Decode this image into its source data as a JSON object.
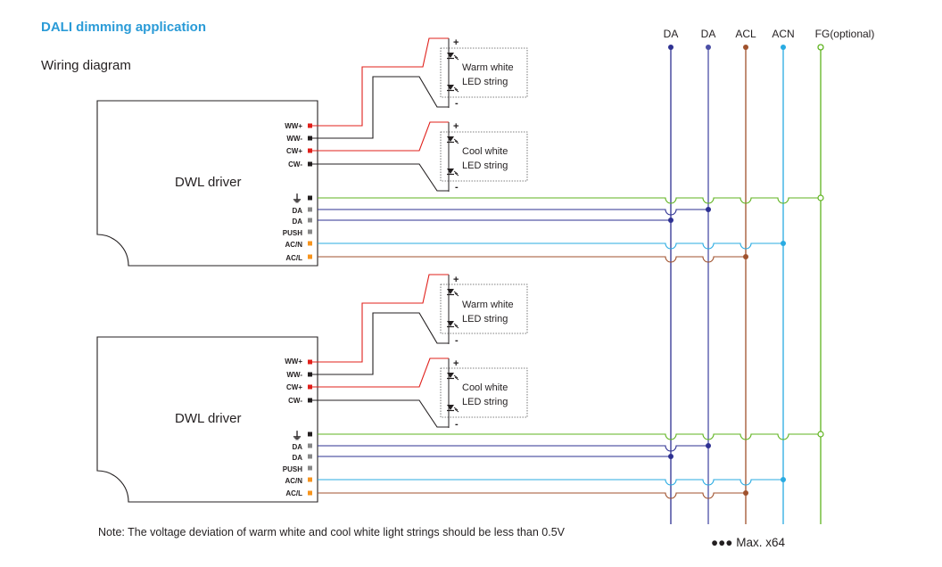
{
  "title": "DALI dimming application",
  "subtitle": "Wiring diagram",
  "note": "Note: The voltage deviation of warm white and cool white light strings should be less than 0.5V",
  "max_note": "●●● Max. x64",
  "buses": [
    {
      "label": "DA",
      "color": "#2e3192",
      "dot": "filled"
    },
    {
      "label": "DA",
      "color": "#4b4fa6",
      "dot": "filled"
    },
    {
      "label": "ACL",
      "color": "#a0522d",
      "dot": "filled"
    },
    {
      "label": "ACN",
      "color": "#29abe2",
      "dot": "filled"
    },
    {
      "label": "FG(optional)",
      "color": "#5fb31f",
      "dot": "hollow"
    }
  ],
  "drivers": [
    {
      "label": "DWL driver",
      "terminals_top": [
        "WW+",
        "WW-",
        "CW+",
        "CW-"
      ],
      "terminals_bottom": [
        "⏚",
        "DA",
        "DA",
        "PUSH",
        "AC/N",
        "AC/L"
      ],
      "led_strings": [
        {
          "line1": "Warm white",
          "line2": "LED string",
          "plus": "+",
          "minus": "-"
        },
        {
          "line1": "Cool white",
          "line2": "LED string",
          "plus": "+",
          "minus": "-"
        }
      ]
    },
    {
      "label": "DWL driver",
      "terminals_top": [
        "WW+",
        "WW-",
        "CW+",
        "CW-"
      ],
      "terminals_bottom": [
        "⏚",
        "DA",
        "DA",
        "PUSH",
        "AC/N",
        "AC/L"
      ],
      "led_strings": [
        {
          "line1": "Warm white",
          "line2": "LED string",
          "plus": "+",
          "minus": "-"
        },
        {
          "line1": "Cool white",
          "line2": "LED string",
          "plus": "+",
          "minus": "-"
        }
      ]
    }
  ],
  "colors": {
    "positive_wire": "#e0201b",
    "negative_wire": "#231f20",
    "ground": "#5fb31f",
    "da": "#2e3192",
    "acn": "#29abe2",
    "acl": "#a0522d",
    "ac_terminal": "#f7941d",
    "title": "#2a9bd7"
  }
}
